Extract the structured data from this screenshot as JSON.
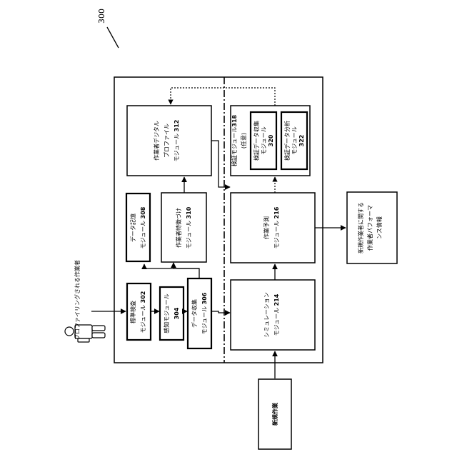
{
  "ref_number": "300",
  "subject_label": "プロファイリングされる作業者",
  "new_task": {
    "label": "新規作業"
  },
  "output": {
    "line1": "新規作業者に関する",
    "line2": "作業者パフォーマ",
    "line3": "ンス情報"
  },
  "modules": {
    "standard_check": {
      "name": "標準検査",
      "line2": "モジュール",
      "num": "302"
    },
    "sensing": {
      "name": "感知モジュール",
      "num": "304"
    },
    "data_collection": {
      "name": "データ収集",
      "line2": "モジュール",
      "num": "306"
    },
    "data_storage": {
      "name": "データ記憶",
      "line2": "モジュール",
      "num": "308"
    },
    "worker_tagging": {
      "name": "作業者特徴づけ",
      "line2": "モジュール",
      "num": "310"
    },
    "digital_profile": {
      "name": "作業者デジタル",
      "line2": "プロファイル",
      "line3": "モジュール",
      "num": "312"
    },
    "simulation": {
      "name": "シミュレーション",
      "line2": "モジュール",
      "num": "214"
    },
    "task_prediction": {
      "name": "作業予測",
      "line2": "モジュール",
      "num": "216"
    },
    "verification": {
      "name": "検証モジュール",
      "num": "318",
      "optional": "(任意)"
    },
    "verif_data_collection": {
      "name": "検証データ収集",
      "line2": "モジュール",
      "num": "320"
    },
    "verif_data_analysis": {
      "name": "検証データ分析",
      "line2": "モジュール",
      "num": "322"
    }
  }
}
